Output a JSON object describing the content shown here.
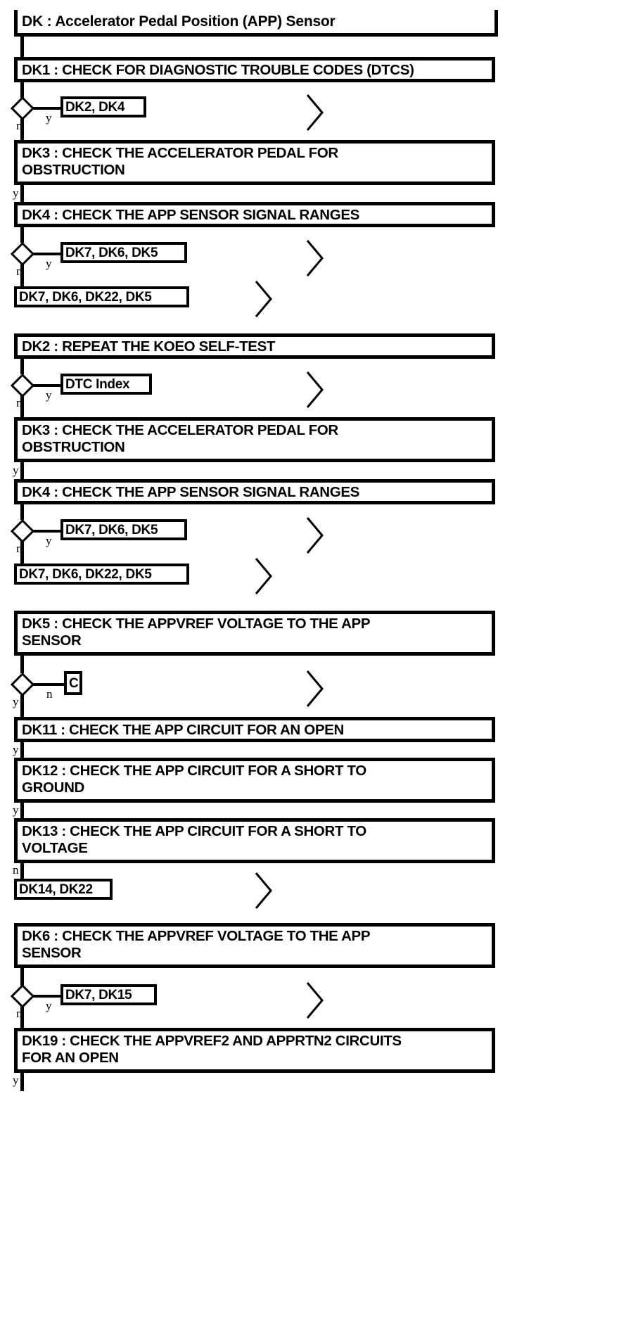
{
  "diagram": {
    "title": "DK : Accelerator Pedal Position (APP) Sensor",
    "type": "flowchart",
    "orientation": "top-to-bottom",
    "branch_labels": {
      "yes": "y",
      "no": "n"
    },
    "icons": {
      "decision": "diamond-icon",
      "goto": "chevron-right-icon"
    },
    "colors": {
      "stroke": "#000000",
      "fill": "#ffffff",
      "text": "#000000"
    },
    "nodes": [
      {
        "id": "n01",
        "kind": "title",
        "text": "DK : Accelerator Pedal Position (APP) Sensor"
      },
      {
        "id": "n02",
        "kind": "step",
        "text": "DK1 : CHECK FOR DIAGNOSTIC TROUBLE CODES (DTCS)"
      },
      {
        "id": "n03",
        "kind": "decision",
        "yes_target": "DK2, DK4",
        "down_label": "n",
        "side_label": "y"
      },
      {
        "id": "n04",
        "kind": "step",
        "text": "DK3 : CHECK THE ACCELERATOR PEDAL FOR\nOBSTRUCTION",
        "exit_label": "y"
      },
      {
        "id": "n05",
        "kind": "step",
        "text": "DK4 : CHECK THE APP SENSOR SIGNAL RANGES"
      },
      {
        "id": "n06",
        "kind": "decision",
        "yes_target": "DK7, DK6, DK5",
        "down_label": "n",
        "side_label": "y"
      },
      {
        "id": "n07",
        "kind": "terminal",
        "text": "DK7, DK6, DK22, DK5"
      },
      {
        "id": "n08",
        "kind": "step",
        "text": "DK2 : REPEAT THE KOEO SELF-TEST"
      },
      {
        "id": "n09",
        "kind": "decision",
        "yes_target": "DTC Index",
        "down_label": "n",
        "side_label": "y"
      },
      {
        "id": "n10",
        "kind": "step",
        "text": "DK3 : CHECK THE ACCELERATOR PEDAL FOR\nOBSTRUCTION",
        "exit_label": "y"
      },
      {
        "id": "n11",
        "kind": "step",
        "text": "DK4 : CHECK THE APP SENSOR SIGNAL RANGES"
      },
      {
        "id": "n12",
        "kind": "decision",
        "yes_target": "DK7, DK6, DK5",
        "down_label": "n",
        "side_label": "y"
      },
      {
        "id": "n13",
        "kind": "terminal",
        "text": "DK7, DK6, DK22, DK5"
      },
      {
        "id": "n14",
        "kind": "step",
        "text": "DK5 : CHECK THE APPVREF VOLTAGE TO THE APP\nSENSOR"
      },
      {
        "id": "n15",
        "kind": "decision",
        "yes_target": "C",
        "down_label": "y",
        "side_label": "n"
      },
      {
        "id": "n16",
        "kind": "step",
        "text": "DK11 : CHECK THE APP CIRCUIT FOR AN OPEN",
        "exit_label": "y"
      },
      {
        "id": "n17",
        "kind": "step",
        "text": "DK12 : CHECK THE APP CIRCUIT FOR A SHORT TO\nGROUND",
        "exit_label": "y"
      },
      {
        "id": "n18",
        "kind": "step",
        "text": "DK13 : CHECK THE APP CIRCUIT FOR A SHORT TO\nVOLTAGE",
        "exit_label": "n"
      },
      {
        "id": "n19",
        "kind": "terminal",
        "text": "DK14, DK22"
      },
      {
        "id": "n20",
        "kind": "step",
        "text": "DK6 : CHECK THE APPVREF VOLTAGE TO THE APP\nSENSOR"
      },
      {
        "id": "n21",
        "kind": "decision",
        "yes_target": "DK7, DK15",
        "down_label": "n",
        "side_label": "y"
      },
      {
        "id": "n22",
        "kind": "step",
        "text": "DK19 : CHECK THE APPVREF2 AND APPRTN2 CIRCUITS\nFOR AN OPEN",
        "exit_label": "y"
      }
    ]
  }
}
